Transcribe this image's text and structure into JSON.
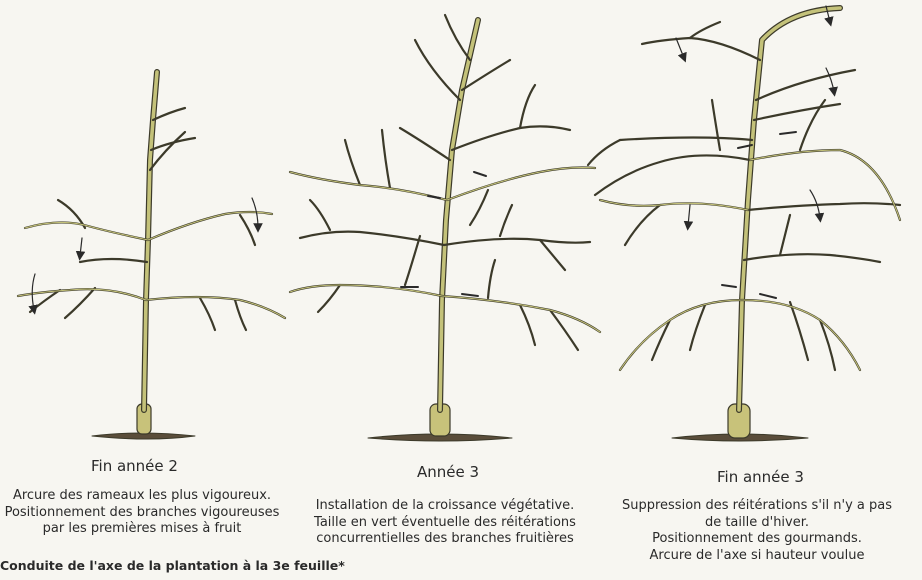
{
  "panels": [
    {
      "title": "Fin année 2",
      "caption": [
        "Arcure des rameaux les plus vigoureux.",
        "Positionnement des branches vigoureuses",
        "par les premières mises à fruit"
      ]
    },
    {
      "title": "Année 3",
      "caption": [
        "Installation de la croissance végétative.",
        "Taille en vert éventuelle des réitérations",
        "concurrentielles des branches fruitières"
      ]
    },
    {
      "title": "Fin année 3",
      "caption": [
        "Suppression des réitérations s'il n'y a pas",
        "de taille d'hiver.",
        "Positionnement des gourmands.",
        "Arcure de l'axe si hauteur voulue"
      ]
    }
  ],
  "footer": "Conduite de l'axe de la plantation à la 3e feuille*",
  "colors": {
    "wood": "#b8b86a",
    "outline": "#3c3a2a",
    "ground": "#5a4d3a",
    "text": "#2a2a2a"
  }
}
